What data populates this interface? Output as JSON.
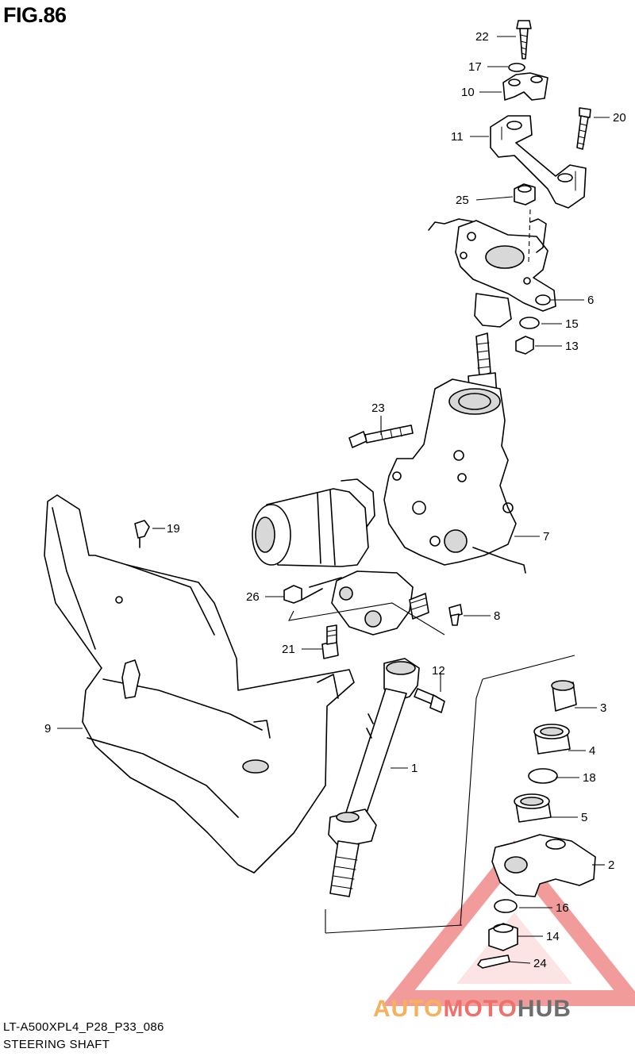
{
  "figure": {
    "title": "FIG.86",
    "code": "LT-A500XPL4_P28_P33_086",
    "caption": "STEERING SHAFT"
  },
  "watermark": {
    "part1": "AUTO",
    "part2": "MOTO",
    "part3": "HUB",
    "colors": {
      "triangle": "#f08a8a",
      "auto": "#f6b15c",
      "moto": "#ef6f6a",
      "hub": "#6e6e6e"
    }
  },
  "callouts": {
    "c1": "1",
    "c2": "2",
    "c3": "3",
    "c4": "4",
    "c5": "5",
    "c6": "6",
    "c7": "7",
    "c8": "8",
    "c9": "9",
    "c10": "10",
    "c11": "11",
    "c12": "12",
    "c13": "13",
    "c14": "14",
    "c15": "15",
    "c16": "16",
    "c17": "17",
    "c18": "18",
    "c19": "19",
    "c20": "20",
    "c21": "21",
    "c22": "22",
    "c23": "23",
    "c24": "24",
    "c25": "25",
    "c26": "26"
  }
}
